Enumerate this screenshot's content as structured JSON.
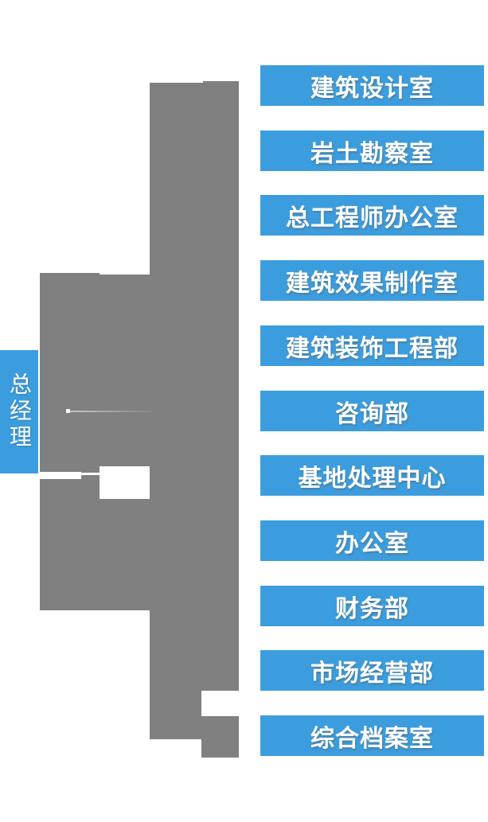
{
  "org_chart": {
    "root_label": "总经理",
    "departments": [
      {
        "label": "建筑设计室"
      },
      {
        "label": "岩土勘察室"
      },
      {
        "label": "总工程师办公室"
      },
      {
        "label": "建筑效果制作室"
      },
      {
        "label": "建筑装饰工程部"
      },
      {
        "label": "咨询部"
      },
      {
        "label": "基地处理中心"
      },
      {
        "label": "办公室"
      },
      {
        "label": "财务部"
      },
      {
        "label": "市场经营部"
      },
      {
        "label": "综合档案室"
      }
    ],
    "colors": {
      "node_blue": "#3C9DDE",
      "connector_gray": "#808080",
      "text_white": "#FFFFFF"
    }
  }
}
